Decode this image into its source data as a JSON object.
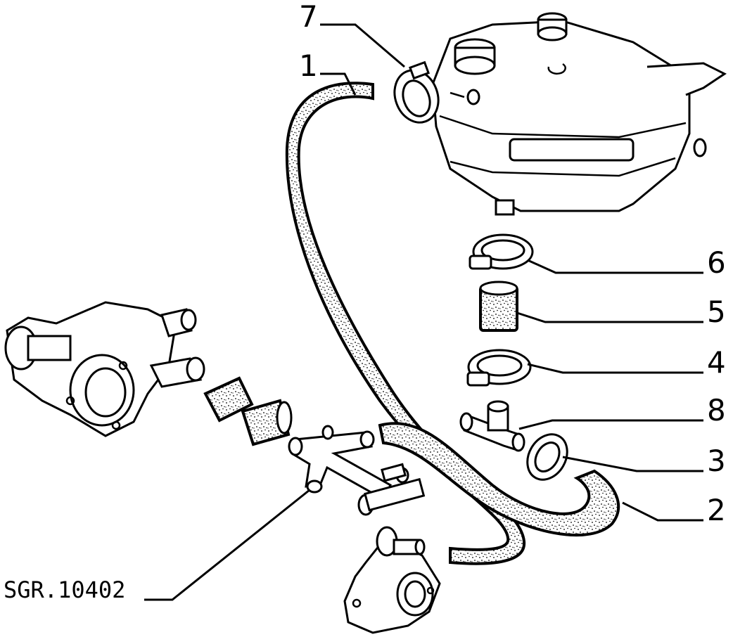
{
  "callouts": {
    "c1": "1",
    "c2": "2",
    "c3": "3",
    "c4": "4",
    "c5": "5",
    "c6": "6",
    "c7": "7",
    "c8": "8"
  },
  "reference": "SGR.10402"
}
